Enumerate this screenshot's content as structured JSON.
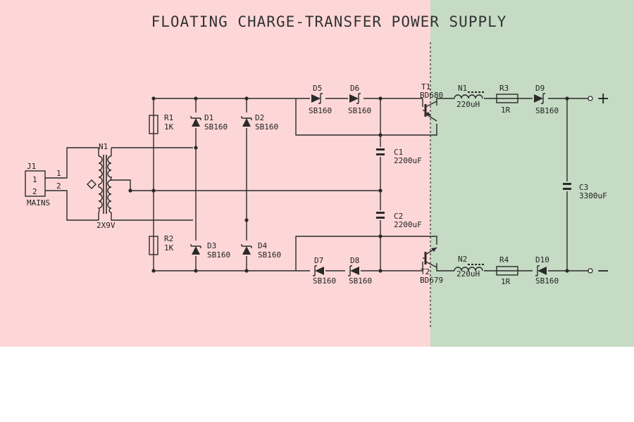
{
  "title": "FLOATING CHARGE-TRANSFER POWER SUPPLY",
  "colors": {
    "left_zone": "#fdd7d7",
    "right_zone": "#c5dbc4",
    "ink": "#2a2a2a"
  },
  "connector": {
    "ref": "J1",
    "pin1": "1",
    "pin2": "2",
    "wire1": "1",
    "wire2": "2",
    "label": "MAINS"
  },
  "transformer": {
    "ref": "N1",
    "value": "2X9V"
  },
  "R1": {
    "ref": "R1",
    "value": "1K"
  },
  "R2": {
    "ref": "R2",
    "value": "1K"
  },
  "R3": {
    "ref": "R3",
    "value": "1R"
  },
  "R4": {
    "ref": "R4",
    "value": "1R"
  },
  "D1": {
    "ref": "D1",
    "value": "SB160"
  },
  "D2": {
    "ref": "D2",
    "value": "SB160"
  },
  "D3": {
    "ref": "D3",
    "value": "SB160"
  },
  "D4": {
    "ref": "D4",
    "value": "SB160"
  },
  "D5": {
    "ref": "D5",
    "value": "SB160"
  },
  "D6": {
    "ref": "D6",
    "value": "SB160"
  },
  "D7": {
    "ref": "D7",
    "value": "SB160"
  },
  "D8": {
    "ref": "D8",
    "value": "SB160"
  },
  "D9": {
    "ref": "D9",
    "value": "SB160"
  },
  "D10": {
    "ref": "D10",
    "value": "SB160"
  },
  "C1": {
    "ref": "C1",
    "value": "2200uF"
  },
  "C2": {
    "ref": "C2",
    "value": "2200uF"
  },
  "C3": {
    "ref": "C3",
    "value": "3300uF"
  },
  "T1": {
    "ref": "T1",
    "value": "BD680"
  },
  "T2": {
    "ref": "T2",
    "value": "BD679"
  },
  "L1": {
    "ref": "N1",
    "value": "220uH"
  },
  "L2": {
    "ref": "N2",
    "value": "220uH"
  },
  "terminals": {
    "plus": "+",
    "minus": "−"
  }
}
